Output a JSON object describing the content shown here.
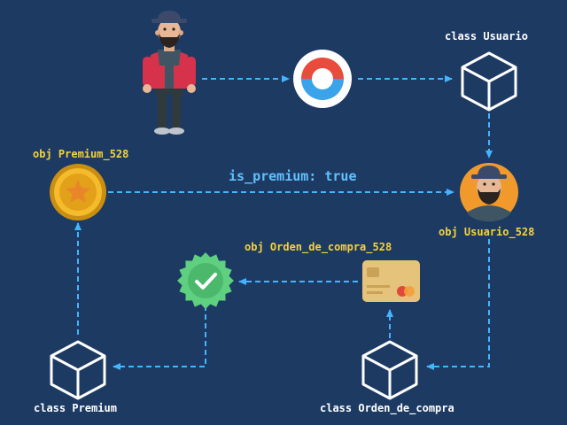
{
  "labels": {
    "class_usuario": "class Usuario",
    "obj_premium": "obj Premium_528",
    "edge_label": "is_premium: true",
    "obj_usuario": "obj Usuario_528",
    "obj_orden": "obj Orden_de_compra_528",
    "class_premium": "class Premium",
    "class_orden": "class Orden_de_compra"
  },
  "colors": {
    "background": "#1d3a63",
    "arrow": "#45b4ff",
    "class_label": "#ffffff",
    "object_label": "#f5d23c",
    "edge_label": "#62c0ff"
  },
  "icons": {
    "person": "person-icon",
    "app": "app-logo-icon",
    "class_usuario": "cube-icon",
    "obj_usuario": "user-avatar-icon",
    "obj_premium": "star-coin-icon",
    "check": "check-badge-icon",
    "card": "credit-card-icon",
    "class_premium": "cube-icon",
    "class_orden": "cube-icon"
  }
}
